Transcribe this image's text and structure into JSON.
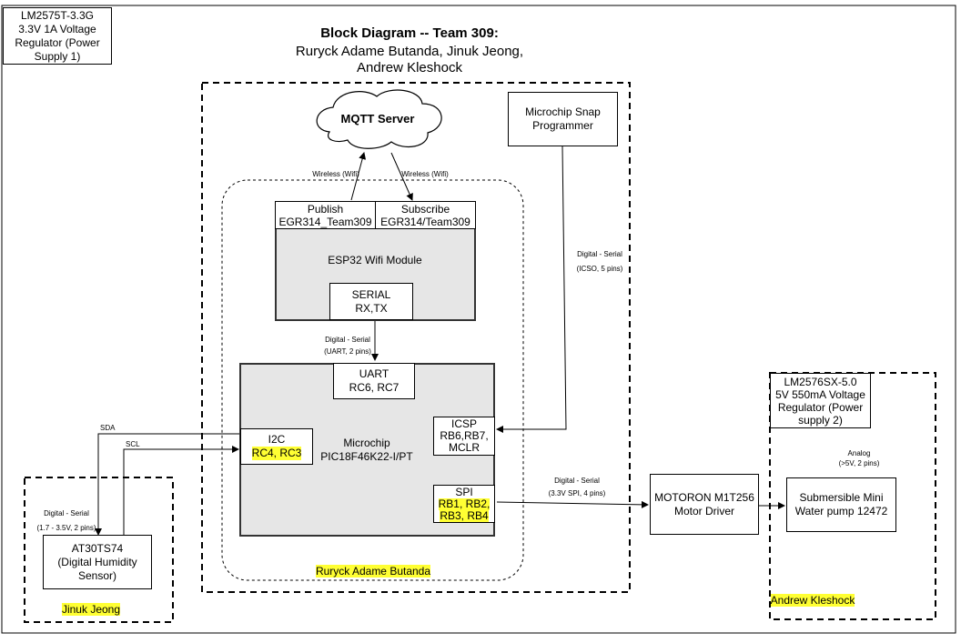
{
  "title": "Block Diagram -- Team 309:",
  "subtitle_line1": "Ruryck Adame Butanda, Jinuk Jeong,",
  "subtitle_line2": "Andrew Kleshock",
  "reg1": [
    "LM2575T-3.3G",
    "3.3V 1A Voltage",
    "Regulator (Power",
    "Supply 1)"
  ],
  "reg2": [
    "LM2576SX-5.0",
    "5V 550mA Voltage",
    "Regulator (Power",
    "supply 2)"
  ],
  "mqtt": "MQTT Server",
  "wireless_left": "Wireless (Wifi)",
  "wireless_right": "Wireless (Wifi)",
  "snap": [
    "Microchip Snap",
    "Programmer"
  ],
  "publish": [
    "Publish",
    "EGR314_Team309"
  ],
  "subscribe": [
    "Subscribe",
    "EGR314/Team309"
  ],
  "esp32": "ESP32 Wifi Module",
  "serial": [
    "SERIAL",
    "RX,TX"
  ],
  "icsp_link": [
    "Digital - Serial",
    "(ICSO, 5 pins)"
  ],
  "uart_link": [
    "Digital - Serial",
    "(UART, 2 pins)"
  ],
  "uart": [
    "UART",
    "RC6, RC7"
  ],
  "mcu": [
    "Microchip",
    "PIC18F46K22-I/PT"
  ],
  "i2c": [
    "I2C",
    "RC4, RC3"
  ],
  "icsp": [
    "ICSP",
    "RB6,RB7,",
    "MCLR"
  ],
  "spi": [
    "SPI",
    "RB1, RB2,",
    "RB3, RB4"
  ],
  "sda": "SDA",
  "scl": "SCL",
  "sensor_link": [
    "Digital - Serial",
    "(1.7 - 3.5V, 2 pins)"
  ],
  "sensor": [
    "AT30TS74",
    "(Digital Humidity",
    "Sensor)"
  ],
  "spi_link": [
    "Digital - Serial",
    "(3.3V SPI, 4 pins)"
  ],
  "motor_driver": [
    "MOTORON M1T256",
    "Motor Driver"
  ],
  "analog_link": [
    "Analog",
    "(>5V, 2 pins)"
  ],
  "pump": [
    "Submersible Mini",
    "Water pump 12472"
  ],
  "owner_ruryck": "Ruryck Adame Butanda",
  "owner_jinuk": "Jinuk Jeong",
  "owner_andrew": "Andrew Kleshock",
  "colors": {
    "highlight": "#ffff33",
    "module_fill": "#e6e6e6"
  }
}
